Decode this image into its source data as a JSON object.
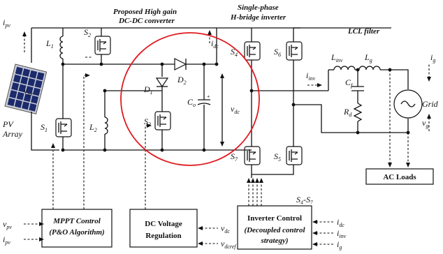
{
  "titles": {
    "converter_line1": "Proposed High gain",
    "converter_line2": "DC-DC converter",
    "inverter_line1": "Single-phase",
    "inverter_line2": "H-bridge inverter",
    "filter": "LCL filter"
  },
  "pv": {
    "label_line1": "PV",
    "label_line2": "Array",
    "current": "i",
    "current_sub": "pv",
    "voltage": "v",
    "voltage_sub": "pv"
  },
  "components": {
    "L1": "L",
    "L1_sub": "1",
    "L2": "L",
    "L2_sub": "2",
    "S1": "S",
    "S1_sub": "1",
    "S2": "S",
    "S2_sub": "2",
    "S3": "S",
    "S3_sub": "3",
    "S4": "S",
    "S4_sub": "4",
    "S5": "S",
    "S5_sub": "5",
    "S6": "S",
    "S6_sub": "6",
    "S7": "S",
    "S7_sub": "7",
    "D1": "D",
    "D1_sub": "1",
    "D2": "D",
    "D2_sub": "2",
    "Co": "C",
    "Co_sub": "o",
    "Linv": "L",
    "Linv_sub": "inv",
    "Lg": "L",
    "Lg_sub": "g",
    "Cf": "C",
    "Cf_sub": "f",
    "Rd": "R",
    "Rd_sub": "d",
    "Grid": "Grid"
  },
  "signals": {
    "idc": "i",
    "idc_sub": "dc",
    "vdc": "v",
    "vdc_sub": "dc",
    "iinv": "i",
    "iinv_sub": "inv",
    "ig": "i",
    "ig_sub": "g",
    "vg": "v",
    "vg_sub": "g",
    "s4s7": "S₄-S₇"
  },
  "blocks": {
    "mppt_line1": "MPPT Control",
    "mppt_line2": "(P&O Algorithm)",
    "dcv_line1": "DC Voltage",
    "dcv_line2": "Regulation",
    "inv_line1": "Inverter Control",
    "inv_line2": "(Decoupled control",
    "inv_line3": "strategy)",
    "loads": "AC Loads"
  },
  "inputs": {
    "mppt": [
      {
        "v": "v",
        "sub": "pv"
      },
      {
        "v": "i",
        "sub": "pv"
      }
    ],
    "dcv": [
      {
        "v": "v",
        "sub": "dc"
      },
      {
        "v": "v",
        "sub": "dcref"
      }
    ],
    "inv": [
      {
        "v": "i",
        "sub": "dc"
      },
      {
        "v": "i",
        "sub": "inv"
      },
      {
        "v": "i",
        "sub": "g"
      }
    ]
  },
  "colors": {
    "highlight": "#e0191e",
    "wire": "#111111",
    "panel": "#1b2a6b"
  }
}
